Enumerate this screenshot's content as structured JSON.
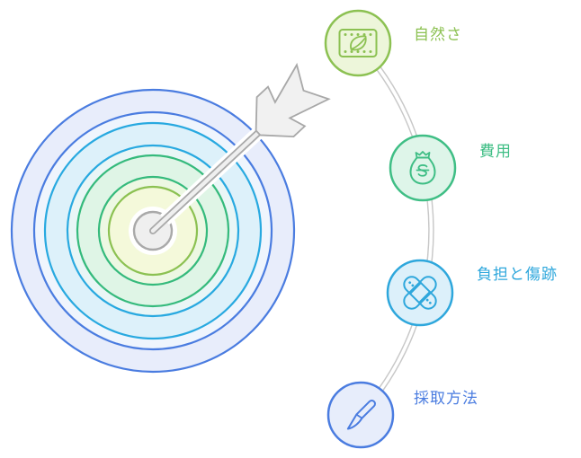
{
  "diagram": {
    "kind": "target-orbit-infographic",
    "connector": {
      "color": "#c8c8c8"
    },
    "arrow": {
      "outline_color": "#a9a9a9",
      "fill_color": "#f0f0f0"
    },
    "target_rings": [
      {
        "color": "#4a7ce0",
        "fill": "#e8edfb"
      },
      {
        "color": "#4a7ce0",
        "fill": "#eff5fd"
      },
      {
        "color": "#28a9e0",
        "fill": "#ddf1fa"
      },
      {
        "color": "#28a9e0",
        "fill": "#e9f6f6"
      },
      {
        "color": "#35ba7c",
        "fill": "#dff5e6"
      },
      {
        "color": "#35ba7c",
        "fill": "#edf8e3"
      },
      {
        "color": "#8cc152",
        "fill": "#f4f9da"
      }
    ],
    "bullseye": {
      "color": "#a9a9a9",
      "fill": "#efefef"
    },
    "nodes": [
      {
        "label": "自然さ",
        "icon": "leaf-field-icon",
        "color": "#8cc152",
        "fill": "#edf6da"
      },
      {
        "label": "費用",
        "icon": "money-bag-icon",
        "color": "#3fbe85",
        "fill": "#def5e9"
      },
      {
        "label": "負担と傷跡",
        "icon": "crossed-bandages-icon",
        "color": "#2ea7dc",
        "fill": "#dcf0fa"
      },
      {
        "label": "採取方法",
        "icon": "scalpel-icon",
        "color": "#4a7ce0",
        "fill": "#e7edfb"
      }
    ]
  }
}
